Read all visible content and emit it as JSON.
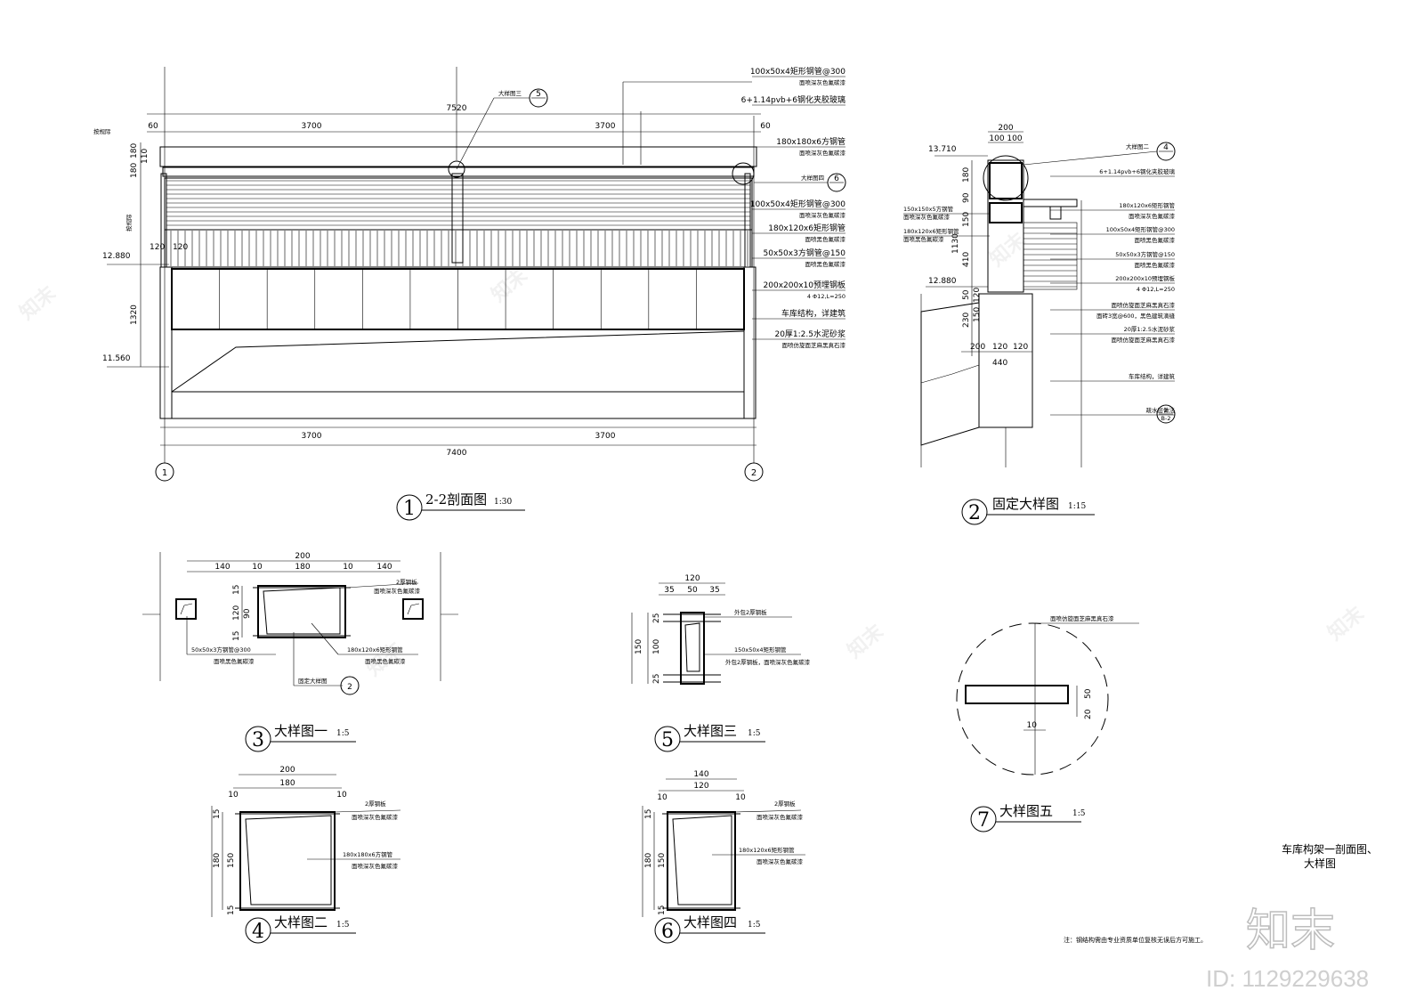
{
  "drawing": {
    "sheet_title_line1": "车库构架一剖面图、",
    "sheet_title_line2": "大样图",
    "note": "注：钢结构需由专业资质单位复核无误后方可施工。",
    "brand_mark": "知末",
    "id_label": "ID: 1129229638"
  },
  "section1": {
    "num": "1",
    "title": "2-2剖面图",
    "scale": "1:30",
    "dim_top_total": "7520",
    "dim_top_left": "3700",
    "dim_top_right": "3700",
    "dim_top_edge_l": "60",
    "dim_top_edge_r": "60",
    "dim_bot_left": "3700",
    "dim_bot_right": "3700",
    "dim_bot_total": "7400",
    "axis_1": "1",
    "axis_2": "2",
    "elev_top": "12.880",
    "elev_bot": "11.560",
    "v_dims": [
      "180",
      "180",
      "110",
      "1320"
    ],
    "h_small_l": "120",
    "h_small_r": "120",
    "side_label_top": "按规际",
    "side_label_mid": "按规际",
    "callout_detail3": "大样图三",
    "callout_detail3_num": "5",
    "callout_detail4": "大样图四",
    "callout_detail4_num": "6",
    "labels": [
      {
        "a": "100x50x4矩形钢管@300",
        "b": "面喷深灰色氟碳漆"
      },
      {
        "a": "6+1.14pvb+6钢化夹胶玻璃",
        "b": ""
      },
      {
        "a": "180x180x6方钢管",
        "b": "面喷深灰色氟碳漆"
      },
      {
        "a": "100x50x4矩形钢管@300",
        "b": "面喷深灰色氟碳漆"
      },
      {
        "a": "180x120x6矩形钢管",
        "b": "面喷黑色氟碳漆"
      },
      {
        "a": "50x50x3方钢管@150",
        "b": "面喷黑色氟碳漆"
      },
      {
        "a": "200x200x10预埋钢板",
        "b": "4 Φ12,L=250"
      },
      {
        "a": "车库结构，详建筑",
        "b": ""
      },
      {
        "a": "20厚1:2.5水泥砂浆",
        "b": "面喷仿旋面芝麻黑真石漆"
      }
    ]
  },
  "section2": {
    "num": "2",
    "title": "固定大样图",
    "scale": "1:15",
    "dim_top": "200",
    "dim_top_a": "100",
    "dim_top_b": "100",
    "elev_top": "13.710",
    "elev_bot": "12.880",
    "v_dims": [
      "180",
      "90",
      "150",
      "410",
      "1130",
      "50",
      "120",
      "230",
      "150"
    ],
    "h_dims": [
      "200",
      "120",
      "120",
      "440"
    ],
    "callout_detail2": "大样图二",
    "callout_detail2_num": "4",
    "callout_section": "2",
    "callout_section_sub": "B-2",
    "labels_left": [
      {
        "a": "150x150x5方钢管",
        "b": "面喷深灰色氟碳漆"
      },
      {
        "a": "180x120x6矩形钢管",
        "b": "面喷黑色氟碳漆"
      }
    ],
    "labels_right": [
      {
        "a": "6+1.14pvb+6钢化夹胶玻璃",
        "b": ""
      },
      {
        "a": "180x120x6矩形钢管",
        "b": "面喷深灰色氟碳漆"
      },
      {
        "a": "100x50x4矩形钢管@300",
        "b": "面喷黑色氟碳漆"
      },
      {
        "a": "50x50x3方钢管@150",
        "b": "面喷黑色氟碳漆"
      },
      {
        "a": "200x200x10预埋钢板",
        "b": "4 Φ12,L=250"
      },
      {
        "a": "面喷仿旋面芝麻黑真石漆",
        "b": "面砖3宽@600，黑色建筑滴缝"
      },
      {
        "a": "20厚1:2.5水泥砂浆",
        "b": "面喷仿旋面芝麻黑真石漆"
      },
      {
        "a": "车库结构，详建筑",
        "b": ""
      },
      {
        "a": "疏水层做法",
        "b": ""
      }
    ]
  },
  "detail3": {
    "num": "3",
    "title": "大样图一",
    "scale": "1:5",
    "dims_top": [
      "140",
      "10",
      "180",
      "10",
      "140"
    ],
    "dim_total": "200",
    "v_dims": [
      "15",
      "90",
      "120",
      "15"
    ],
    "label1a": "2厚钢板",
    "label1b": "面喷深灰色氟碳漆",
    "label2a": "50x50x3方钢管@300",
    "label2b": "面喷黑色氟碳漆",
    "label3a": "180x120x6矩形钢管",
    "label3b": "面喷黑色氟碳漆",
    "callout": "固定大样图",
    "callout_num": "2"
  },
  "detail4": {
    "num": "4",
    "title": "大样图二",
    "scale": "1:5",
    "dim_total": "200",
    "dims_top": [
      "10",
      "180",
      "10"
    ],
    "v_dims": [
      "15",
      "150",
      "180",
      "15"
    ],
    "label1a": "2厚钢板",
    "label1b": "面喷深灰色氟碳漆",
    "label2a": "180x180x6方钢管",
    "label2b": "面喷深灰色氟碳漆"
  },
  "detail5": {
    "num": "5",
    "title": "大样图三",
    "scale": "1:5",
    "dim_total": "120",
    "dims_top": [
      "35",
      "50",
      "35"
    ],
    "v_dims": [
      "25",
      "100",
      "150",
      "25"
    ],
    "label1a": "外包2厚钢板",
    "label2a": "150x50x4矩形钢管",
    "label2b": "外包2厚钢板，面喷深灰色氟碳漆"
  },
  "detail6": {
    "num": "6",
    "title": "大样图四",
    "scale": "1:5",
    "dim_total": "140",
    "dims_top": [
      "10",
      "120",
      "10"
    ],
    "v_dims": [
      "15",
      "150",
      "180",
      "15"
    ],
    "label1a": "2厚钢板",
    "label1b": "面喷深灰色氟碳漆",
    "label2a": "180x120x6矩形钢管",
    "label2b": "面喷深灰色氟碳漆"
  },
  "detail7": {
    "num": "7",
    "title": "大样图五",
    "scale": "1:5",
    "label1": "面喷仿旋面芝麻黑真石漆",
    "v_dims": [
      "50",
      "20"
    ],
    "h_dim": "10"
  }
}
